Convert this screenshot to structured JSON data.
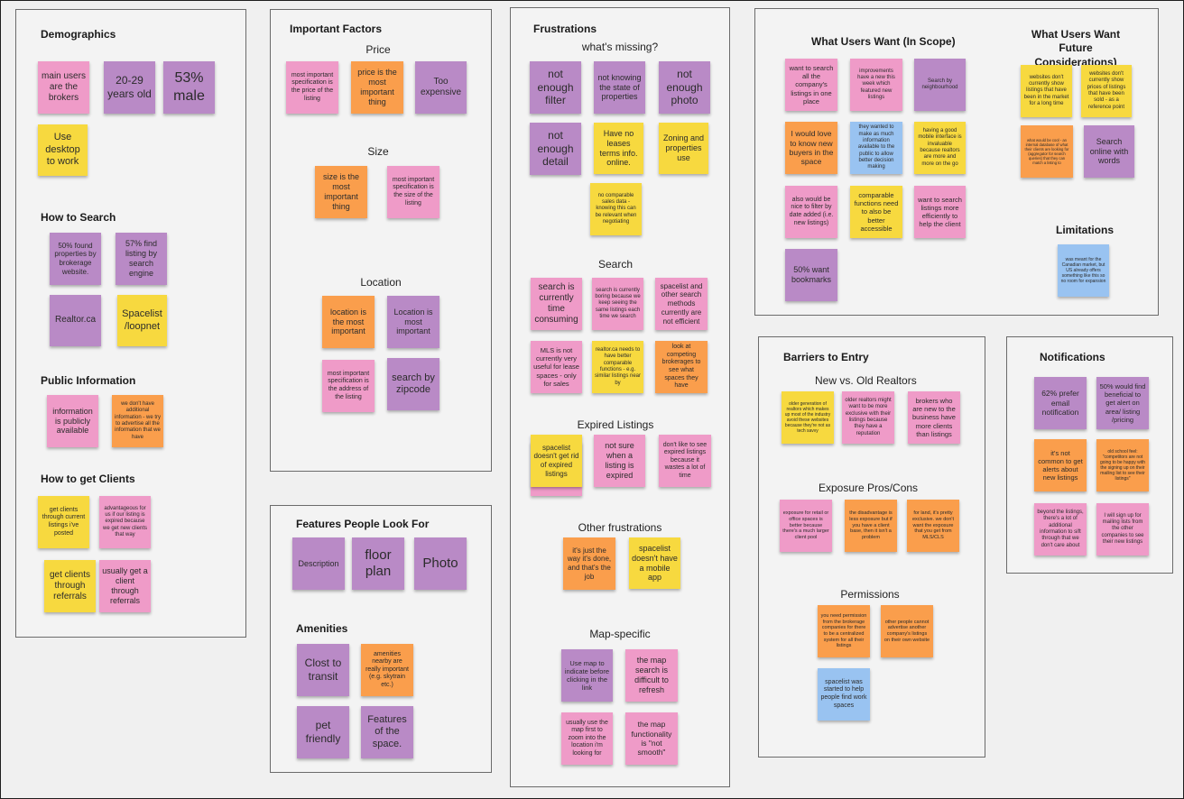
{
  "colors": {
    "pink": "#ef9bc8",
    "purple": "#b98ac6",
    "orange": "#fa9e4c",
    "yellow": "#f7d93f",
    "blue": "#99c3f1",
    "frame_border": "#6b6b6b",
    "canvas": "#f0f0f0"
  },
  "frames": {
    "demographics": {
      "title": "Demographics",
      "notes": [
        "main users are the brokers",
        "20-29 years old",
        "53% male",
        "Use desktop to work"
      ],
      "search_title": "How to Search",
      "search_notes": [
        "50% found properties by brokerage website.",
        "57% find listing by search engine",
        "Realtor.ca",
        "Spacelist /loopnet"
      ],
      "public_title": "Public Information",
      "public_notes": [
        "information is publicly available",
        "we don't have additional information - we try to advertise all the information that we have"
      ],
      "clients_title": "How to get Clients",
      "clients_notes": [
        "get clients through current listings i've posted",
        "advantageous for us if our listing is expired because we get new clients that way",
        "get clients through referrals",
        "usually get a client through referrals"
      ]
    },
    "important": {
      "title": "Important Factors",
      "price_title": "Price",
      "price_notes": [
        "most important specification is the price of the listing",
        "price is the most important thing",
        "Too expensive"
      ],
      "size_title": "Size",
      "size_notes": [
        "size is the most important thing",
        "most important specification is the size of the listing"
      ],
      "location_title": "Location",
      "location_notes": [
        "location is the most important",
        "Location is most important",
        "most important specification is the address of the listing",
        "search by zipcode"
      ]
    },
    "features": {
      "title": "Features People Look For",
      "notes": [
        "Description",
        "floor plan",
        "Photo"
      ],
      "amenities_title": "Amenities",
      "amenities_notes": [
        "Clost to transit",
        "amenities nearby are really important (e.g. skytrain etc.)",
        "pet friendly",
        "Features of the space."
      ]
    },
    "frustrations": {
      "title": "Frustrations",
      "missing_title": "what's missing?",
      "missing_notes": [
        "not enough filter",
        "not knowing the state of properties",
        "not enough photo",
        "not enough detail",
        "Have no leases terms info. online.",
        "Zoning and properties use",
        "no comparable sales data - knowing this can be relevant when negotiating"
      ],
      "search_title": "Search",
      "search_notes": [
        "search is currently time consuming",
        "search is currently boring because we keep seeing the same listings each time we search",
        "spacelist and other search methods currently are not efficient",
        "MLS is not currently very useful for lease spaces - only for sales",
        "realtor.ca needs to have better comparable functions - e.g. similar listings near by",
        "look at competing brokerages to see what spaces they have"
      ],
      "expired_title": "Expired Listings",
      "expired_notes": [
        "spacelist doesn't get rid of expired listings",
        "not sure when a listing is expired",
        "don't like to see expired listings because it wastes a lot of time"
      ],
      "other_title": "Other frustrations",
      "other_notes": [
        "it's just the way it's done, and that's the job",
        "spacelist doesn't have a mobile app"
      ],
      "map_title": "Map-specific",
      "map_notes": [
        "Use map to indicate before clicking in the link",
        "the map search is difficult to refresh",
        "usually use the map first to zoom into the location i'm looking for",
        "the map functionality is \"not smooth\""
      ]
    },
    "wants": {
      "title": "What Users Want (In Scope)",
      "notes": [
        "want to search all the company's listings in one place",
        "improvements have a new this week which featured new listings",
        "Search by neighbourhood",
        "I would love to know new buyers in the space",
        "they wanted to make as much information available to the public to allow better decision making",
        "having a good mobile interface is invaluable because realtors are more and more on the go",
        "also would be nice to filter by date added (i.e. new listings)",
        "comparable functions need to also be better accessible",
        "want to search listings more efficiently to help the client",
        "50% want bookmarks"
      ],
      "future_title": "What Users Want Future Considerations)",
      "future_notes": [
        "websites don't currently show listings that have been in the market for a long time",
        "websites don't currently show prices of listings that have been sold - as a reference point",
        "what would be cool - an internal database of what their clients are looking for (aggregator for search queries) that they can match a listing to",
        "Search online with words"
      ],
      "limitations_title": "Limitations",
      "limitations_notes": [
        "was meant for the Canadian market, but US already offers something like this so no room for expansion"
      ]
    },
    "barriers": {
      "title": "Barriers to Entry",
      "realtors_title": "New vs. Old Realtors",
      "realtors_notes": [
        "older generation of realtors which makes up most of the industry avoid these websites because they're not as tech savvy",
        "older realtors might want to be more exclusive with their listings because they have a reputation",
        "brokers who are new to the business have more clients than listings"
      ],
      "exposure_title": "Exposure Pros/Cons",
      "exposure_notes": [
        "exposure for retail or office spaces is better because there's a much larger client pool",
        "the disadvantage is less exposure but if you have a client base, then it isn't a problem",
        "for land, it's pretty exclusive. we don't want the exposure that you get from MLS/CLS"
      ],
      "permissions_title": "Permissions",
      "permissions_notes": [
        "you need permission from the brokerage companies for there to be a centralized system for all their listings",
        "other people cannot advertise another company's listings on their own website",
        "spacelist was started to help people find work spaces"
      ]
    },
    "notifications": {
      "title": "Notifications",
      "notes": [
        "62% prefer email notification",
        "50% would find beneficial to get alert on area/ listing /pricing",
        "it's not common to get alerts about new listings",
        "old school feel: \"competitors are not going to be happy with the signing up on their mailing list to see their listings\"",
        "beyond the listings, there's a lot of additional information to sift through that we don't care about",
        "I will sign up for mailing lists from the other companies to see their new listings"
      ]
    }
  }
}
